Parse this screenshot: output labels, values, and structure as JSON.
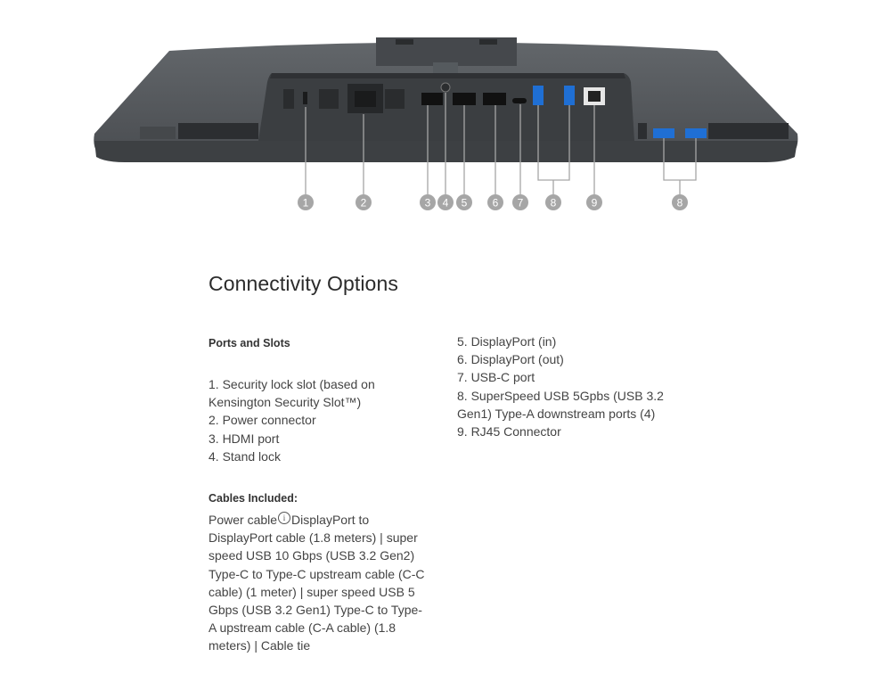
{
  "figure": {
    "markers": [
      "1",
      "2",
      "3",
      "4",
      "5",
      "6",
      "7",
      "8",
      "9",
      "8"
    ]
  },
  "section": {
    "title": "Connectivity Options"
  },
  "ports": {
    "heading": "Ports and Slots",
    "left_items": [
      "1. Security lock slot (based on Kensington Security Slot™)",
      "2. Power connector",
      "3. HDMI port",
      "4. Stand lock"
    ],
    "right_items": [
      "5. DisplayPort (in)",
      "6. DisplayPort (out)",
      "7. USB-C port",
      "8. SuperSpeed USB 5Gpbs (USB 3.2 Gen1) Type-A downstream ports (4)",
      "9. RJ45 Connector"
    ]
  },
  "cables": {
    "heading": "Cables Included:",
    "text_before_icon": "Power cable",
    "info_icon": "info-icon",
    "text_after_icon": "DisplayPort to DisplayPort cable (1.8 meters) | super speed USB 10 Gbps (USB 3.2 Gen2) Type-C to Type-C upstream cable (C-C cable) (1 meter) | super speed USB 5 Gbps (USB 3.2 Gen1) Type-C to Type-A upstream cable (C-A cable) (1.8 meters) | Cable tie"
  },
  "colors": {
    "body": "#54575b",
    "panel": "#3f4245",
    "marker": "#a6a6a6"
  }
}
